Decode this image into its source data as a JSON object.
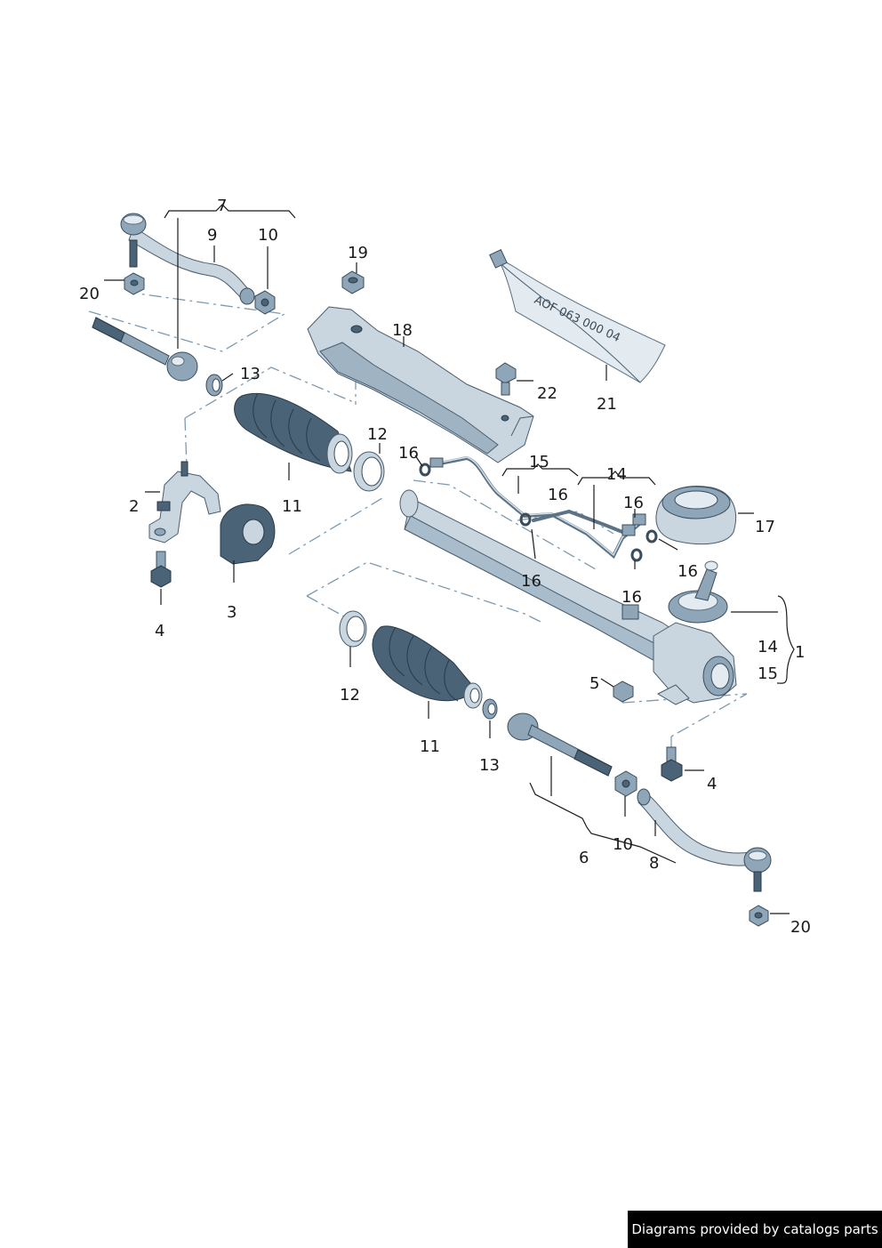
{
  "diagram": {
    "labels": {
      "l1": "1",
      "l2": "2",
      "l3": "3",
      "l4a": "4",
      "l4b": "4",
      "l5": "5",
      "l6": "6",
      "l7": "7",
      "l8": "8",
      "l9": "9",
      "l10a": "10",
      "l10b": "10",
      "l11a": "11",
      "l11b": "11",
      "l12a": "12",
      "l12b": "12",
      "l13a": "13",
      "l13b": "13",
      "l14a": "14",
      "l14b": "14",
      "l15a": "15",
      "l15b": "15",
      "l16a": "16",
      "l16b": "16",
      "l16c": "16",
      "l16d": "16",
      "l16e": "16",
      "l16f": "16",
      "l17": "17",
      "l18": "18",
      "l19": "19",
      "l20a": "20",
      "l20b": "20",
      "l21": "21",
      "l22": "22"
    },
    "part_stamp": "AOF 063 000 04"
  },
  "footer": {
    "text": "Diagrams provided by catalogs parts"
  }
}
